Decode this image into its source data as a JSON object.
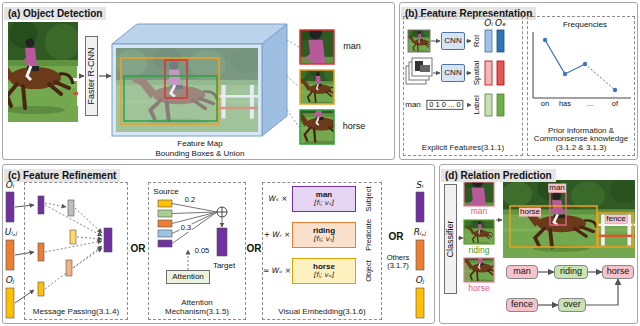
{
  "diagram": {
    "nodes": [
      {
        "text": [
          "(a) Object Detection"
        ]
      },
      {
        "text": [
          "Faster R-CNN"
        ],
        "in": 0
      },
      {
        "text": [
          "(b) Feature Representation"
        ]
      },
      {
        "text": [
          "Explicit Features(3.1.1)"
        ],
        "in": 2
      },
      {
        "text": [
          "CNN"
        ],
        "in": 3
      },
      {
        "text": [
          "CNN"
        ],
        "in": 3
      },
      {
        "text": [
          "Prior information & Commonsense knowledge (3.1.2 & 3.1.3)"
        ],
        "in": 2
      },
      {
        "text": [
          "(c) Feature Refinement"
        ]
      },
      {
        "text": [
          "Message Passing(3.1.4)"
        ],
        "in": 7
      },
      {
        "text": [
          "Attention Mechanism(3.1.5)"
        ],
        "in": 7
      },
      {
        "text": [
          "Attention"
        ],
        "in": 9
      },
      {
        "text": [
          "Visual Embedding(3.1.6)"
        ],
        "in": 7
      },
      {
        "text": [
          "man",
          "[fᵢ; vₛ]"
        ],
        "in": 11
      },
      {
        "text": [
          "riding",
          "[fᵢⱼ; vᵣ]"
        ],
        "in": 11
      },
      {
        "text": [
          "horse",
          "[fⱼ; vₒ]"
        ],
        "in": 11
      },
      {
        "text": [
          "(d) Relation Prediction"
        ]
      },
      {
        "text": [
          "Classifier"
        ],
        "in": 15
      },
      {
        "text": [
          "man"
        ],
        "in": 15
      },
      {
        "text": [
          "riding"
        ],
        "in": 15
      },
      {
        "text": [
          "horse"
        ],
        "in": 15
      },
      {
        "text": [
          "fence"
        ],
        "in": 15
      },
      {
        "text": [
          "over"
        ],
        "in": 15
      }
    ],
    "edges": [
      {
        "from": 17,
        "to": 18,
        "arrow": "to"
      },
      {
        "from": 18,
        "to": 19,
        "arrow": "to"
      },
      {
        "from": 20,
        "to": 21,
        "arrow": "to"
      },
      {
        "from": 21,
        "to": 19,
        "arrow": "to"
      }
    ],
    "labels": [
      "man",
      "horse",
      "Feature Map",
      "Bounding Boxes & Union",
      "Oᵢ",
      "Oₑ",
      "RoI",
      "Spatial",
      "Label",
      "man",
      "0 1 0 ... 0",
      "Frequencies",
      "on",
      "has",
      "...",
      "of",
      "Oᵢ",
      "Uᵢ,ⱼ",
      "Oⱼ",
      "OR",
      "Source",
      "0.2",
      "0.3",
      "0.05",
      "Target",
      "OR",
      "Wₛ ×",
      "+ Wᵣ ×",
      "≈ Wₒ ×",
      "Subject",
      "Predicate",
      "Object",
      "OR",
      "Others (3.1.7)",
      "Sᵢ",
      "Rᵢ,ⱼ",
      "Oⱼ",
      "man",
      "riding",
      "horse",
      "man",
      "horse",
      "fence"
    ]
  }
}
